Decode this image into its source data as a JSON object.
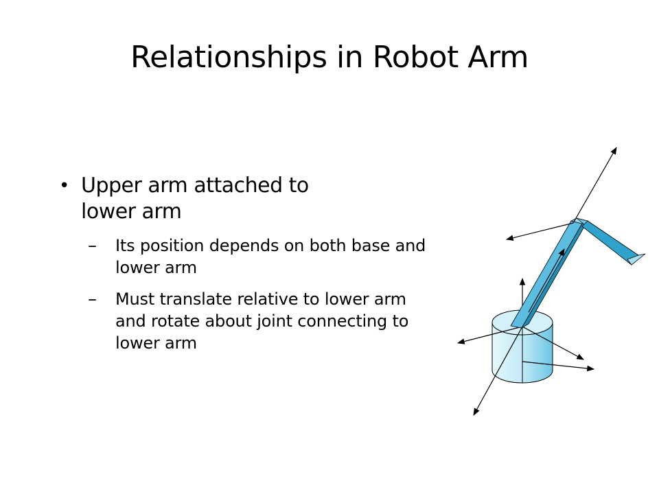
{
  "slide": {
    "title": "Relationships in Robot Arm",
    "bullets": [
      {
        "marker": "•",
        "text": "Upper arm attached to lower arm",
        "sub": [
          {
            "marker": "–",
            "text": "Its position depends on both base and lower arm"
          },
          {
            "marker": "–",
            "text": "Must translate relative to lower arm and rotate about joint connecting to lower arm"
          }
        ]
      }
    ]
  },
  "figure": {
    "icon": "robot-arm-diagram",
    "colors": {
      "arm_fill": "#5bbde0",
      "arm_dark": "#1f8fb8",
      "base_fill": "#c9ecf7",
      "base_shade": "#7fcfe8",
      "stroke": "#000000"
    }
  }
}
